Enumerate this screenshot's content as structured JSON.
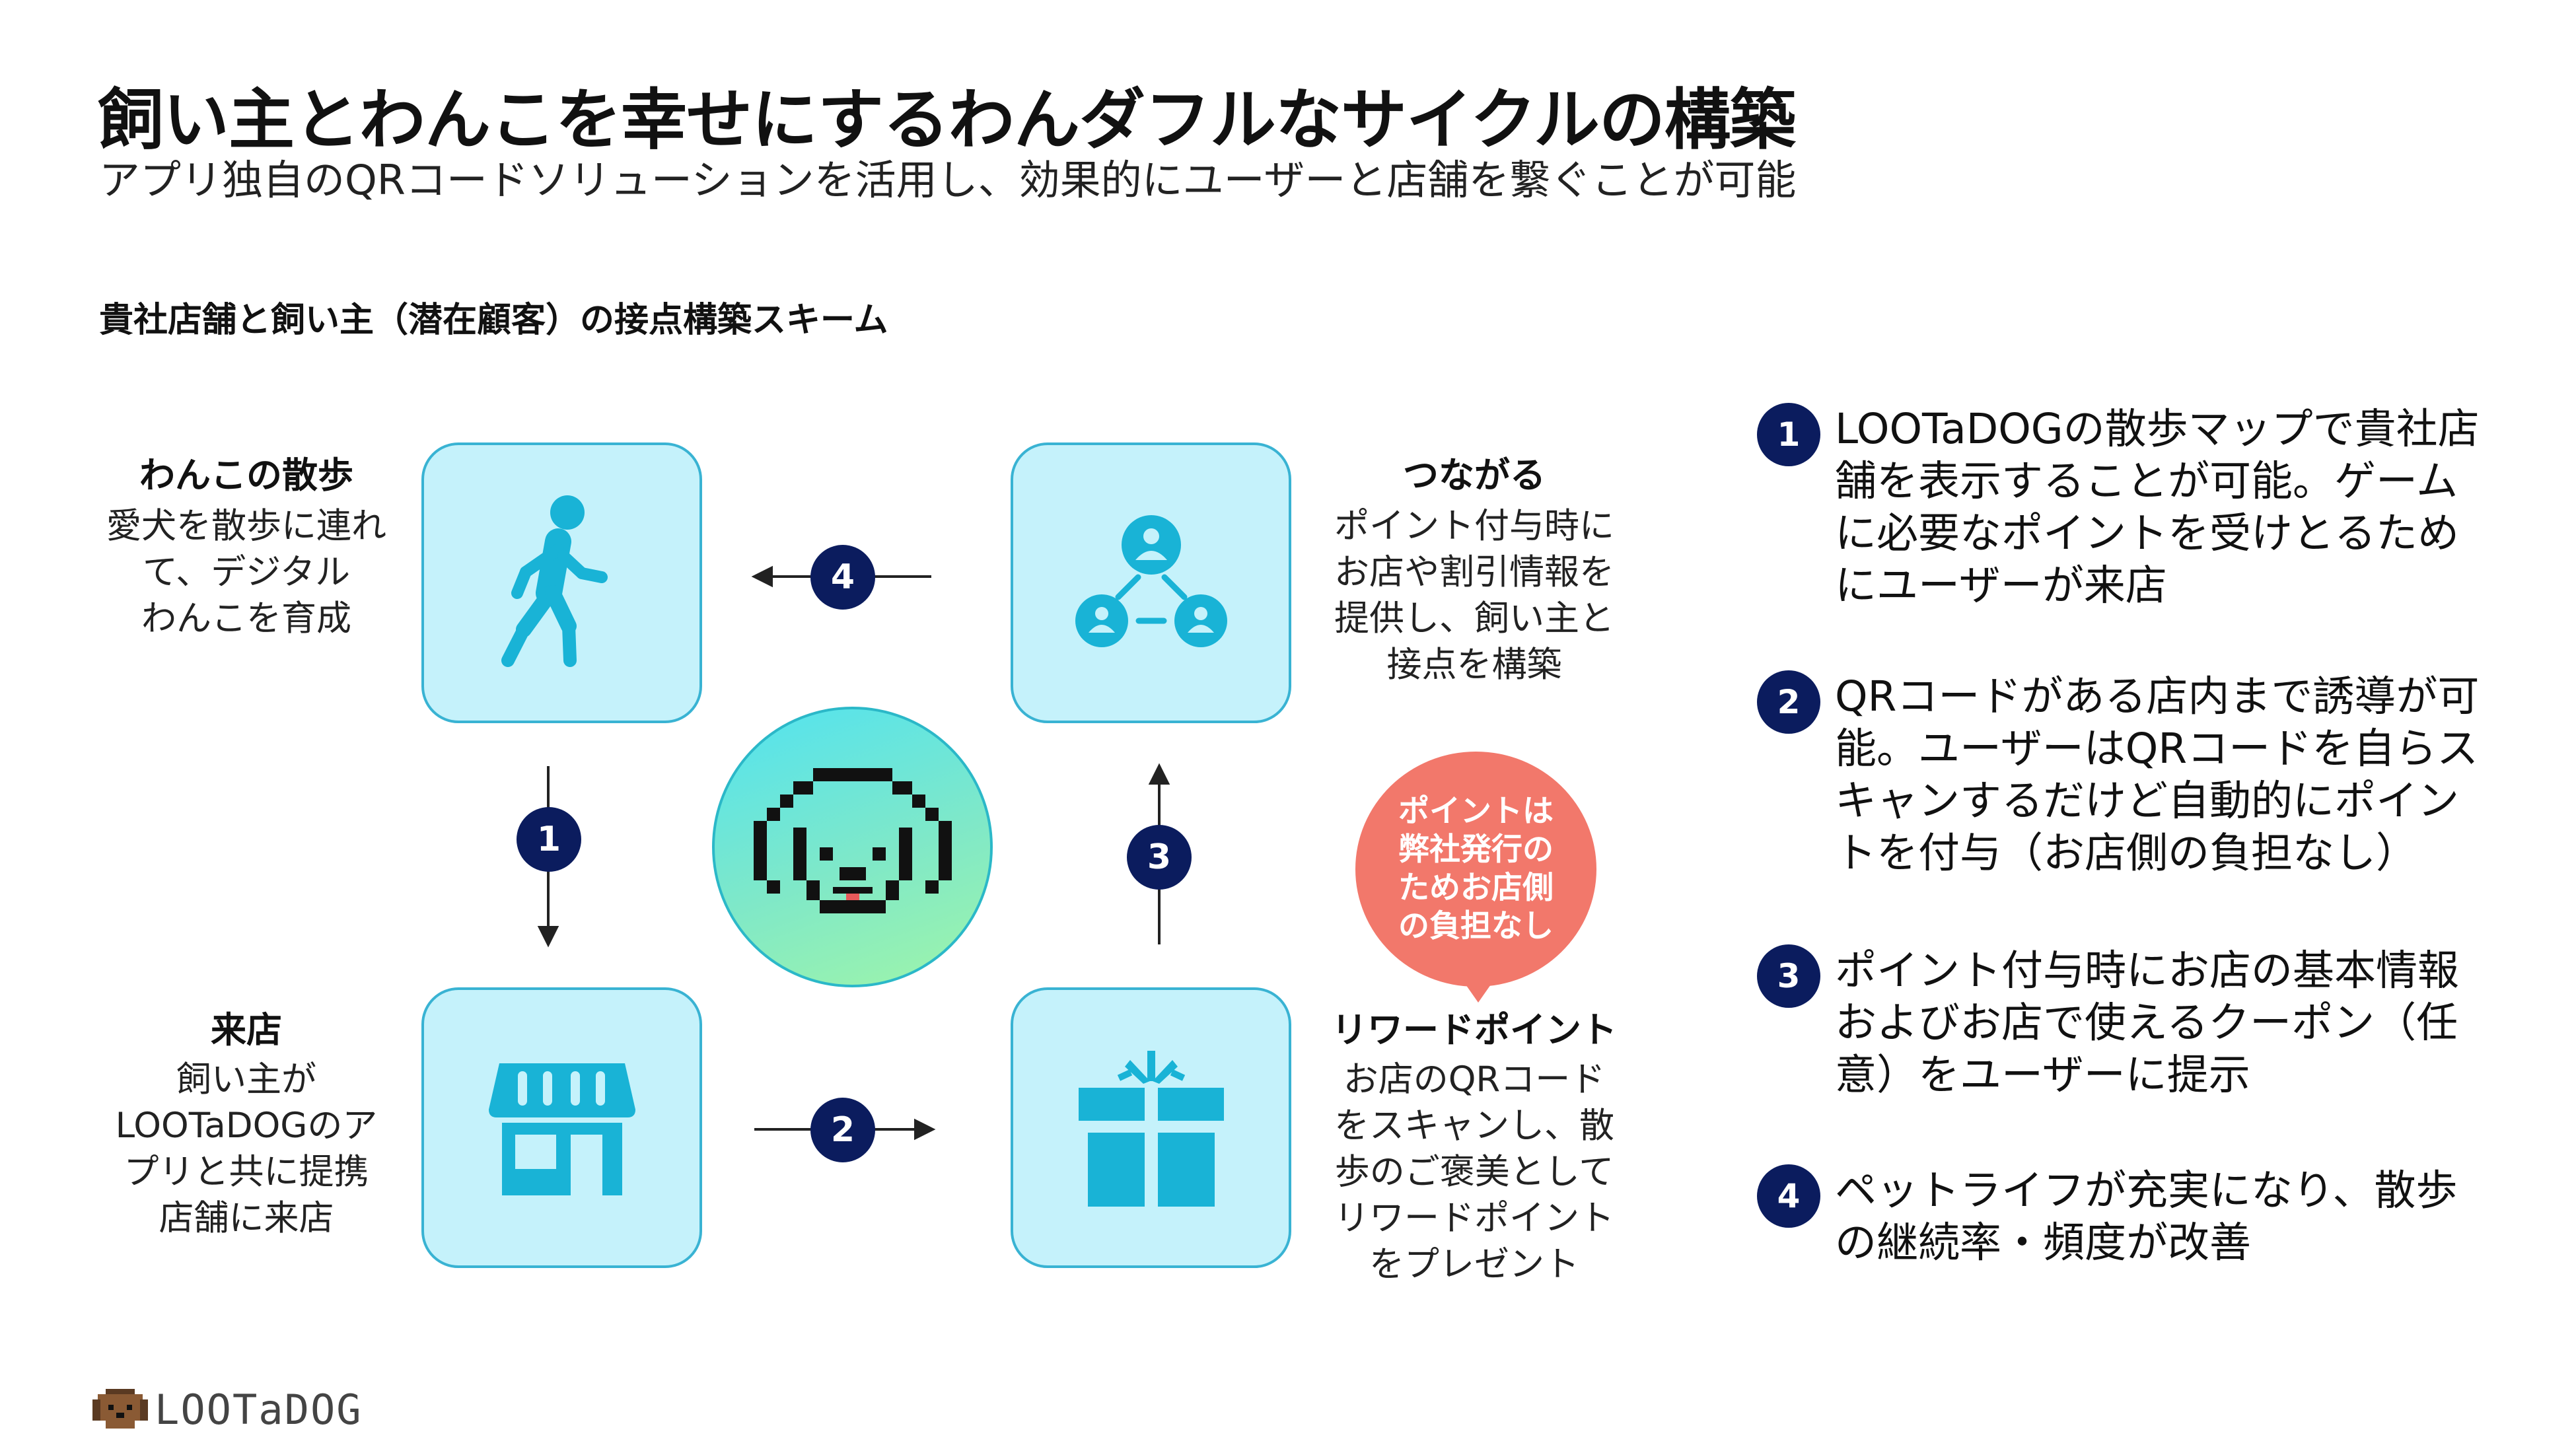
{
  "header": {
    "title": "飼い主とわんこを幸せにするわんダフルなサイクルの構築",
    "subtitle": "アプリ独自のQRコードソリューションを活用し、効果的にユーザーと店舗を繋ぐことが可能"
  },
  "scheme_title": "貴社店舗と飼い主（潜在顧客）の接点構築スキーム",
  "nodes": {
    "walk": {
      "title": "わんこの散歩",
      "desc": [
        "愛犬を散歩に連れ",
        "て、デジタル",
        "わんこを育成"
      ]
    },
    "connect": {
      "title": "つながる",
      "desc": [
        "ポイント付与時に",
        "お店や割引情報を",
        "提供し、飼い主と",
        "接点を構築"
      ]
    },
    "visit": {
      "title": "来店",
      "desc": [
        "飼い主が",
        "LOOTaDOGのア",
        "プリと共に提携",
        "店舗に来店"
      ]
    },
    "reward": {
      "title": "リワードポイント",
      "desc": [
        "お店のQRコード",
        "をスキャンし、散",
        "歩のご褒美として",
        "リワードポイント",
        "をプレゼント"
      ]
    }
  },
  "steps": [
    "1",
    "2",
    "3",
    "4"
  ],
  "bubble": [
    "ポイントは",
    "弊社発行の",
    "ためお店側",
    "の負担なし"
  ],
  "notes": [
    {
      "num": "1",
      "lines": [
        "LOOTaDOGの散歩マップで貴社店",
        "舗を表示することが可能。ゲーム",
        "に必要なポイントを受けとるため",
        "にユーザーが来店"
      ]
    },
    {
      "num": "2",
      "lines": [
        "QRコードがある店内まで誘導が可",
        "能。ユーザーはQRコードを自らス",
        "キャンするだけど自動的にポイン",
        "トを付与（お店側の負担なし）"
      ]
    },
    {
      "num": "3",
      "lines": [
        "ポイント付与時にお店の基本情報",
        "およびお店で使えるクーポン（任",
        "意）をユーザーに提示"
      ]
    },
    {
      "num": "4",
      "lines": [
        "ペットライフが充実になり、散歩",
        "の継続率・頻度が改善"
      ]
    }
  ],
  "logo": {
    "text": "LOOTaDOG"
  },
  "icons": {
    "walk": "walking-person-icon",
    "connect": "connected-users-icon",
    "visit": "storefront-icon",
    "reward": "gift-icon",
    "center": "pixel-dog-face-icon"
  },
  "colors": {
    "accent": "#0b1c5e",
    "box_fill": "#c5f2fb",
    "icon": "#19b3d6",
    "bubble": "#f2786b"
  }
}
